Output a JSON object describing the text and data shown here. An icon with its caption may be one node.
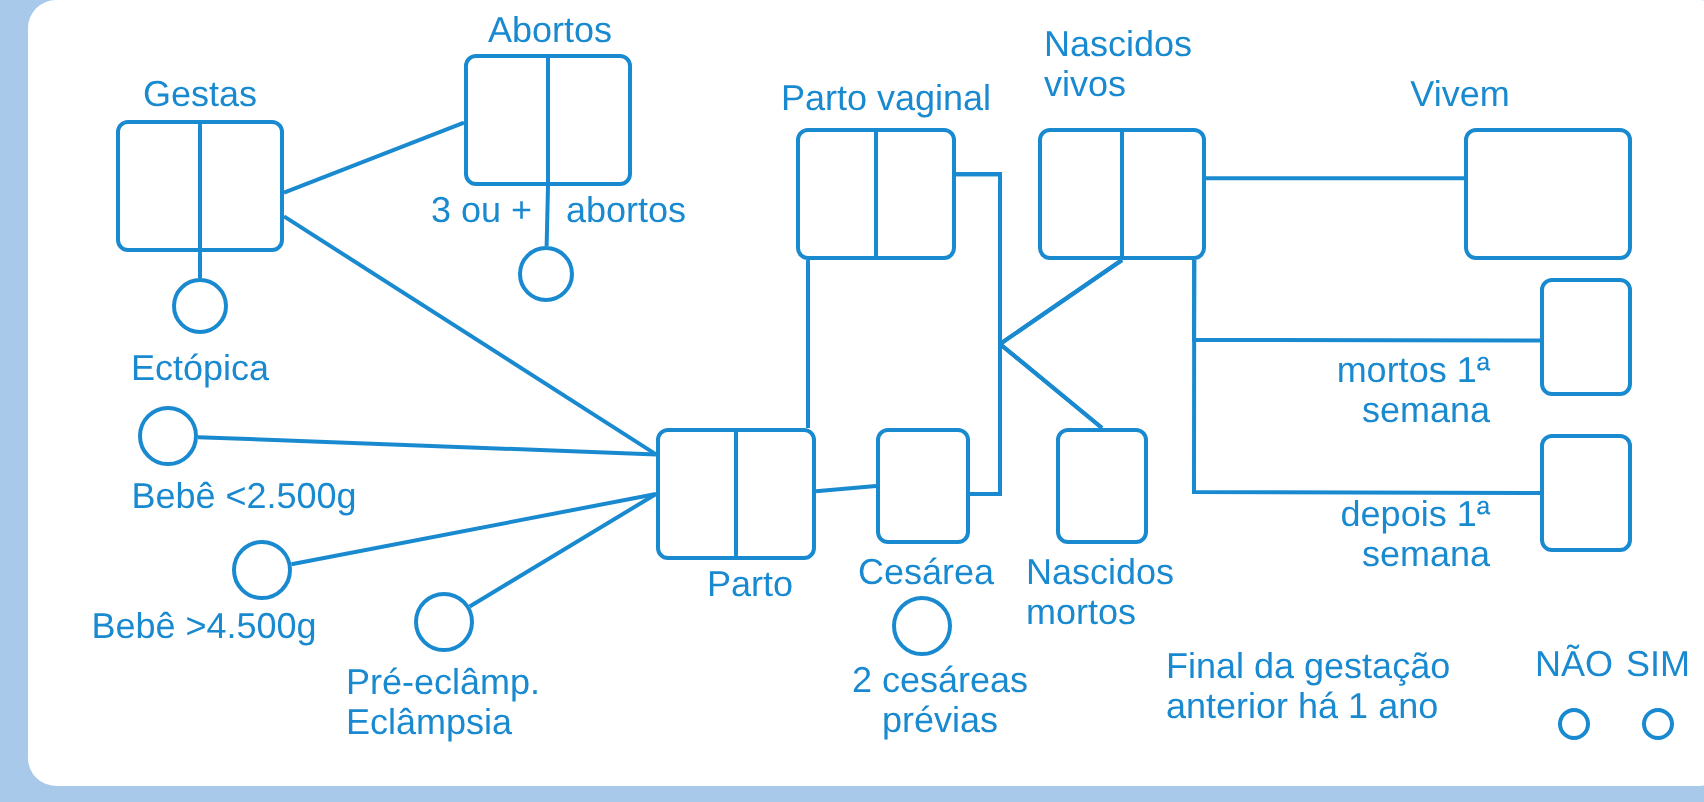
{
  "diagram": {
    "nodes": [
      {
        "text": [
          "Gestas"
        ]
      },
      {
        "text": [
          "Abortos"
        ]
      },
      {
        "text": [
          "Ectópica"
        ]
      },
      {
        "text": [
          "3 ou +",
          "abortos"
        ]
      },
      {
        "text": [
          "Bebê <2.500g"
        ]
      },
      {
        "text": [
          "Bebê >4.500g"
        ]
      },
      {
        "text": [
          "Pré-eclâmp. Eclâmpsia"
        ]
      },
      {
        "text": [
          "Parto"
        ]
      },
      {
        "text": [
          "Parto vaginal"
        ]
      },
      {
        "text": [
          "Cesárea"
        ]
      },
      {
        "text": [
          "2 cesáreas prévias"
        ]
      },
      {
        "text": [
          "Nascidos vivos"
        ]
      },
      {
        "text": [
          "Nascidos mortos"
        ]
      },
      {
        "text": [
          "Vivem"
        ]
      },
      {
        "text": [
          "mortos 1ª semana"
        ]
      },
      {
        "text": [
          "depois 1ª semana"
        ]
      },
      {
        "text": [
          "NÃO"
        ]
      },
      {
        "text": [
          "SIM"
        ]
      }
    ],
    "edges": [
      {
        "from": 0,
        "to": 1,
        "arrow": "none"
      },
      {
        "from": 0,
        "to": 2,
        "arrow": "none"
      },
      {
        "from": 0,
        "to": 7,
        "arrow": "none"
      },
      {
        "from": 1,
        "to": 3,
        "arrow": "none"
      },
      {
        "from": 4,
        "to": 7,
        "arrow": "none"
      },
      {
        "from": 5,
        "to": 7,
        "arrow": "none"
      },
      {
        "from": 6,
        "to": 7,
        "arrow": "none"
      },
      {
        "from": 7,
        "to": 8,
        "arrow": "none"
      },
      {
        "from": 7,
        "to": 9,
        "arrow": "none"
      },
      {
        "from": 8,
        "to": 11,
        "arrow": "none"
      },
      {
        "from": 8,
        "to": 12,
        "arrow": "none"
      },
      {
        "from": 9,
        "to": 11,
        "arrow": "none"
      },
      {
        "from": 9,
        "to": 12,
        "arrow": "none"
      },
      {
        "from": 11,
        "to": 13,
        "arrow": "none"
      },
      {
        "from": 11,
        "to": 14,
        "arrow": "none"
      },
      {
        "from": 11,
        "to": 15,
        "arrow": "none"
      }
    ],
    "labels": [
      "Final da gestação anterior há 1 ano"
    ]
  }
}
